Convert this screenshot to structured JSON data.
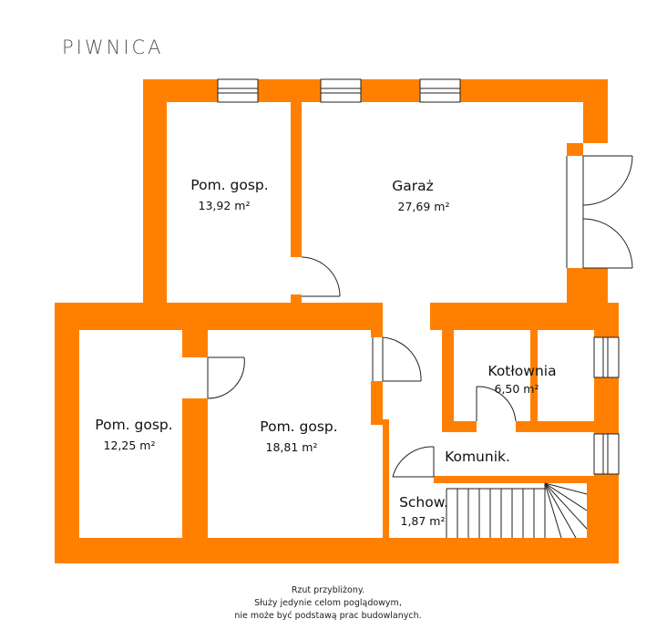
{
  "title": "PIWNICA",
  "colors": {
    "wall": "#FF8000",
    "line": "#222222",
    "background": "#FFFFFF"
  },
  "rooms": [
    {
      "name": "Pom. gosp.",
      "area": "13,92 m²"
    },
    {
      "name": "Garaż",
      "area": "27,69 m²"
    },
    {
      "name": "Kotłownia",
      "area": "6,50 m²"
    },
    {
      "name": "Pom. gosp.",
      "area": "12,25 m²"
    },
    {
      "name": "Pom. gosp.",
      "area": "18,81 m²"
    },
    {
      "name": "Komunik.",
      "area": ""
    },
    {
      "name": "Schow.",
      "area": "1,87 m²"
    }
  ],
  "disclaimer": [
    "Rzut przybliżony.",
    "Służy jedynie celom poglądowym,",
    "nie może być podstawą prac budowlanych."
  ]
}
